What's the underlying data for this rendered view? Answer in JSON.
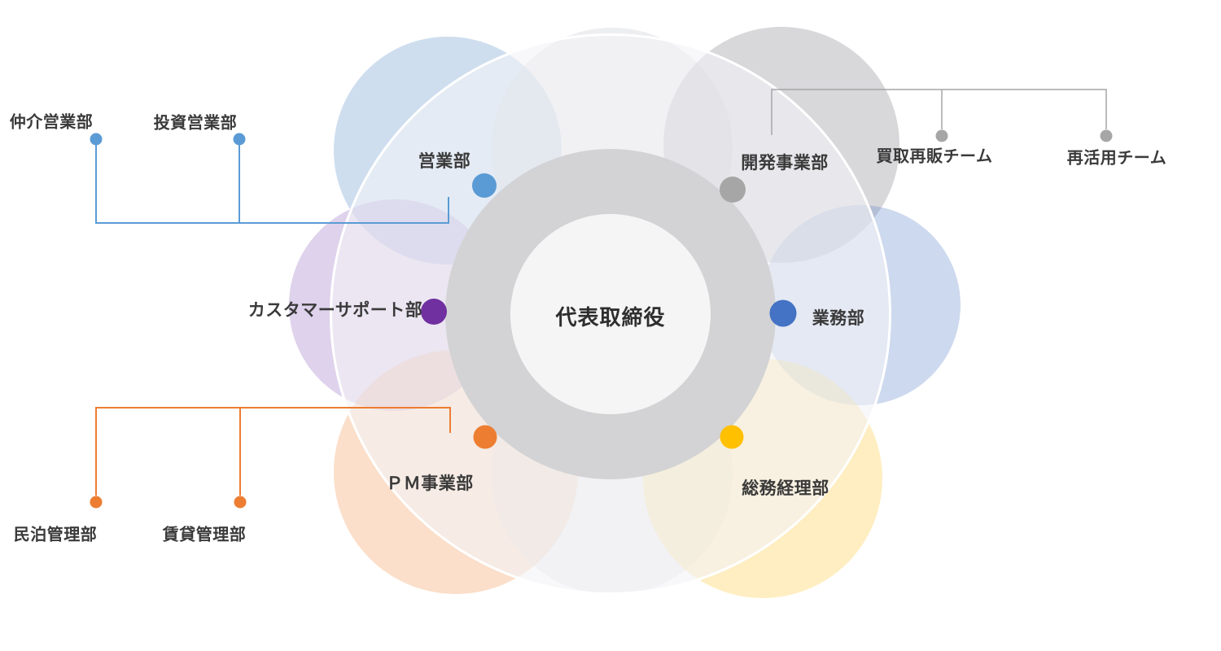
{
  "center": {
    "label": "代表取締役"
  },
  "departments": [
    {
      "id": "sales",
      "label": "営業部",
      "color": "#5B9BD5"
    },
    {
      "id": "development",
      "label": "開発事業部",
      "color": "#A6A6A6"
    },
    {
      "id": "customer_support",
      "label": "カスタマーサポート部",
      "color": "#7030A0"
    },
    {
      "id": "operations",
      "label": "業務部",
      "color": "#4472C4"
    },
    {
      "id": "pm",
      "label": "ＰＭ事業部",
      "color": "#ED7D31"
    },
    {
      "id": "general_affairs",
      "label": "総務経理部",
      "color": "#FFC000"
    }
  ],
  "sub_departments": [
    {
      "parent": "sales",
      "label": "仲介営業部"
    },
    {
      "parent": "sales",
      "label": "投資営業部"
    },
    {
      "parent": "development",
      "label": "買取再販チーム"
    },
    {
      "parent": "development",
      "label": "再活用チーム"
    },
    {
      "parent": "pm",
      "label": "民泊管理部"
    },
    {
      "parent": "pm",
      "label": "賃貸管理部"
    }
  ]
}
